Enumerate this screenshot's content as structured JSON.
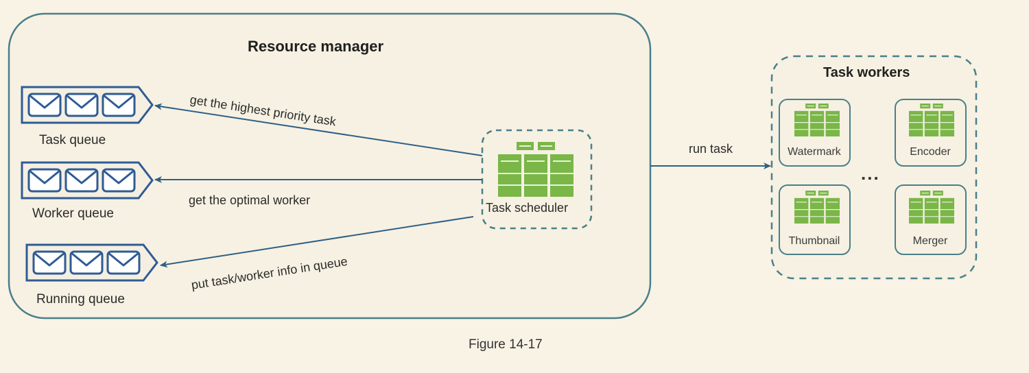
{
  "resource_manager": {
    "title": "Resource manager"
  },
  "queues": [
    {
      "label": "Task queue"
    },
    {
      "label": "Worker queue"
    },
    {
      "label": "Running queue"
    }
  ],
  "scheduler": {
    "label": "Task scheduler"
  },
  "arrows": {
    "highest_priority": "get the highest priority task",
    "optimal_worker": "get the optimal worker",
    "put_info": "put task/worker info in queue",
    "run_task": "run task"
  },
  "task_workers": {
    "title": "Task workers",
    "workers": [
      {
        "label": "Watermark"
      },
      {
        "label": "Encoder"
      },
      {
        "label": "Thumbnail"
      },
      {
        "label": "Merger"
      }
    ],
    "ellipsis": "..."
  },
  "caption": "Figure 14-17",
  "colors": {
    "background": "#f8f3e5",
    "frame": "#4a7f8a",
    "queue": "#2f5b96",
    "server": "#7ab648",
    "arrow": "#2f5f86"
  }
}
